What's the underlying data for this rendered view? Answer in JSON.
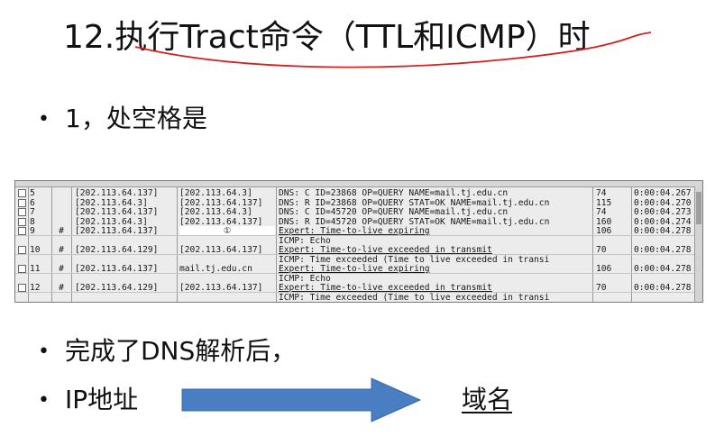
{
  "slide": {
    "title": "12.执行Tract命令（TTL和ICMP）时",
    "bullets": {
      "b1": "1，处空格是",
      "b2": "完成了DNS解析后，",
      "b3": "IP地址"
    },
    "bullet_char": "•",
    "target": "域名",
    "colors": {
      "arrow": "#4a7ec2",
      "underline": "#d62020"
    }
  },
  "capture": {
    "rows": [
      {
        "no": "5",
        "flag": "",
        "src": "[202.113.64.137]",
        "dst": "[202.113.64.3]",
        "summary": "DNS: C ID=23868 OP=QUERY NAME=mail.tj.edu.cn",
        "len": "74",
        "time": "0:00:04.267"
      },
      {
        "no": "6",
        "flag": "",
        "src": "[202.113.64.3]",
        "dst": "[202.113.64.137]",
        "summary": "DNS: R ID=23868 OP=QUERY STAT=OK NAME=mail.tj.edu.cn",
        "len": "115",
        "time": "0:00:04.270"
      },
      {
        "no": "7",
        "flag": "",
        "src": "[202.113.64.137]",
        "dst": "[202.113.64.3]",
        "summary": "DNS: C ID=45720 OP=QUERY NAME=mail.tj.edu.cn",
        "len": "74",
        "time": "0:00:04.273"
      },
      {
        "no": "8",
        "flag": "",
        "src": "[202.113.64.3]",
        "dst": "[202.113.64.137]",
        "summary": "DNS: R ID=45720 OP=QUERY STAT=OK NAME=mail.tj.edu.cn",
        "len": "160",
        "time": "0:00:04.274"
      },
      {
        "no": "9",
        "flag": "#",
        "src": "[202.113.64.137]",
        "dst": "①",
        "summary": "Expert: Time-to-live expiring",
        "len": "106",
        "time": "0:00:04.278",
        "dst_masked": true
      },
      {
        "no": "",
        "flag": "",
        "src": "",
        "dst": "",
        "summary": "ICMP: Echo",
        "len": "",
        "time": ""
      },
      {
        "no": "10",
        "flag": "#",
        "src": "[202.113.64.129]",
        "dst": "[202.113.64.137]",
        "summary": "Expert: Time-to-live exceeded in transmit",
        "len": "70",
        "time": "0:00:04.278"
      },
      {
        "no": "",
        "flag": "",
        "src": "",
        "dst": "",
        "summary": "ICMP: Time exceeded (Time to live exceeded in transi",
        "len": "",
        "time": ""
      },
      {
        "no": "11",
        "flag": "#",
        "src": "[202.113.64.137]",
        "dst": "mail.tj.edu.cn",
        "summary": "Expert: Time-to-live expiring",
        "len": "106",
        "time": "0:00:04.278"
      },
      {
        "no": "",
        "flag": "",
        "src": "",
        "dst": "",
        "summary": "ICMP: Echo",
        "len": "",
        "time": ""
      },
      {
        "no": "12",
        "flag": "#",
        "src": "[202.113.64.129]",
        "dst": "[202.113.64.137]",
        "summary": "Expert: Time-to-live exceeded in transmit",
        "len": "70",
        "time": "0:00:04.278"
      },
      {
        "no": "",
        "flag": "",
        "src": "",
        "dst": "",
        "summary": "ICMP: Time exceeded (Time to live exceeded in transi",
        "len": "",
        "time": ""
      }
    ]
  }
}
